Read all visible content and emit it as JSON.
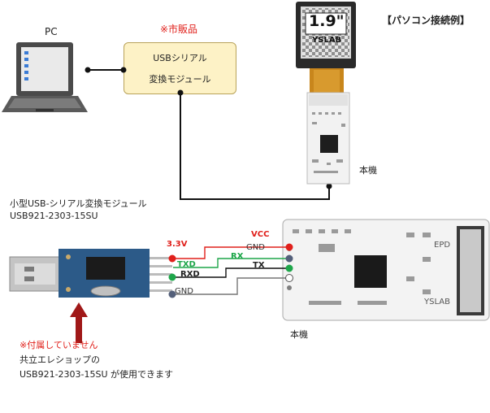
{
  "title": "【パソコン接続例】",
  "pc_label": "PC",
  "commercial_note": "※市販品",
  "usb_module_line1": "USBシリアル",
  "usb_module_line2": "変換モジュール",
  "display_logo_big": "1.9\"",
  "display_logo_small": "YSLAB",
  "hontai_top": "本機",
  "small_module_name": "小型USB-シリアル変換モジュール",
  "small_module_part": "USB921-2303-15SU",
  "pins": {
    "v33": "3.3V",
    "txd": "TXD",
    "rxd": "RXD",
    "gnd_left": "GND",
    "vcc": "VCC",
    "gnd_right": "GND",
    "rx": "RX",
    "tx": "TX"
  },
  "board_label_epd": "EPD",
  "board_label_yslab": "YSLAB",
  "hontai_bottom": "本機",
  "not_included": "※付属していません",
  "shop_line1": "共立エレショップの",
  "shop_line2": "USB921-2303-15SU が使用できます",
  "colors": {
    "red": "#e0201b",
    "green": "#1ea64a",
    "module_fill": "#fdf2c6",
    "arrow": "#a01818"
  }
}
